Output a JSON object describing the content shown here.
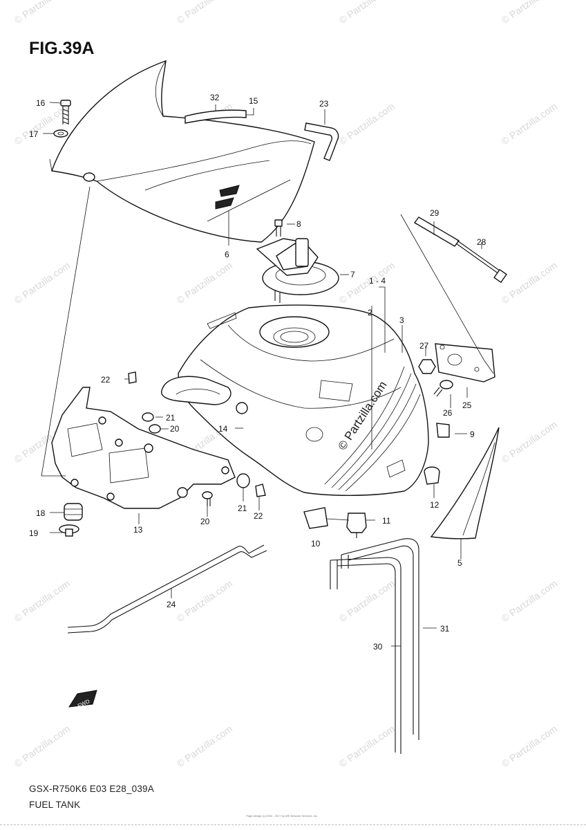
{
  "figure": {
    "title": "FIG.39A",
    "model_code": "GSX-R750K6 E03 E28_039A",
    "section": "FUEL TANK",
    "fine_print": "Page design (c) 2004 - 2017 by ARI Network Services, Inc."
  },
  "watermark": {
    "text": "© Partzilla.com",
    "center_text": "© Partzilla.com"
  },
  "callouts": {
    "c1_4": "1 - 4",
    "c2": "2",
    "c3": "3",
    "c5": "5",
    "c6": "6",
    "c7": "7",
    "c8": "8",
    "c9": "9",
    "c10": "10",
    "c11": "11",
    "c12": "12",
    "c13": "13",
    "c14": "14",
    "c15": "15",
    "c16": "16",
    "c17": "17",
    "c18": "18",
    "c19": "19",
    "c20a": "20",
    "c20b": "20",
    "c21a": "21",
    "c21b": "21",
    "c22a": "22",
    "c22b": "22",
    "c23": "23",
    "c24": "24",
    "c25": "25",
    "c26": "26",
    "c27": "27",
    "c28": "28",
    "c29": "29",
    "c30": "30",
    "c31": "31",
    "c32": "32"
  },
  "fwd_label": "FWD",
  "icons": [
    "fwd-arrow-icon"
  ]
}
